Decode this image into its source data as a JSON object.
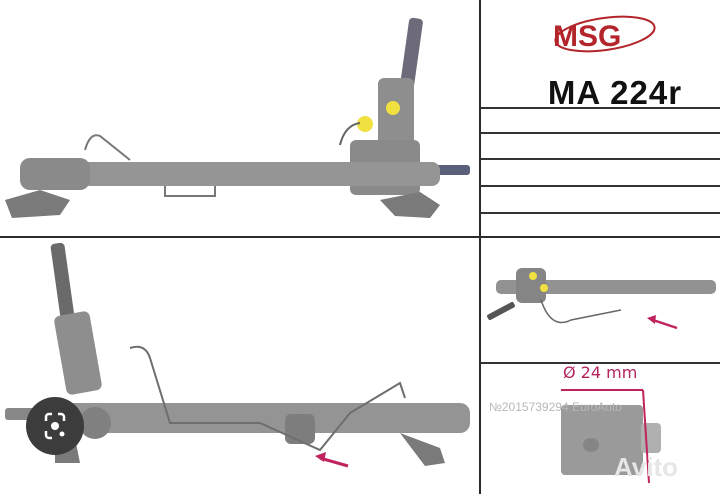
{
  "header": {
    "brand_logo": "MSG",
    "model_number": "MA 224r"
  },
  "detail": {
    "diameter_label": "Ø 24 mm",
    "watermark": "№2015739294 EuroAuto"
  },
  "overlay": {
    "marketplace_logo": "Avito",
    "lens_icon": "google-lens-icon"
  },
  "colors": {
    "brand_red": "#b3252a",
    "annotation_magenta": "#b3245f",
    "cap_yellow": "#f0e040",
    "part_gray": "#8a8a8a"
  },
  "images": [
    {
      "name": "steering-rack-front-view"
    },
    {
      "name": "steering-rack-rear-view"
    },
    {
      "name": "steering-rack-side-thumbnail"
    },
    {
      "name": "rack-end-diameter-closeup"
    }
  ]
}
